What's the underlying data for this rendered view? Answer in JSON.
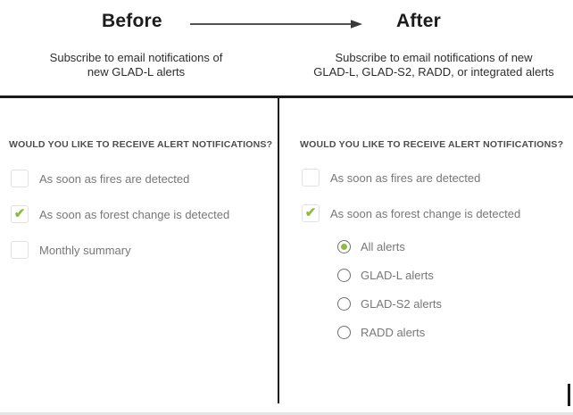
{
  "header": {
    "before_label": "Before",
    "after_label": "After",
    "before_subtitle_line1": "Subscribe to email notifications of",
    "before_subtitle_line2": "new GLAD-L alerts",
    "after_subtitle_line1": "Subscribe to email notifications of new",
    "after_subtitle_line2": "GLAD-L, GLAD-S2, RADD, or integrated alerts"
  },
  "panels": {
    "question": "WOULD YOU LIKE TO RECEIVE ALERT NOTIFICATIONS?",
    "before": {
      "options": [
        {
          "label": "As soon as fires are detected",
          "checked": false
        },
        {
          "label": "As soon as forest change is detected",
          "checked": true
        },
        {
          "label": "Monthly summary",
          "checked": false
        }
      ]
    },
    "after": {
      "options": [
        {
          "label": "As soon as fires are detected",
          "checked": false
        },
        {
          "label": "As soon as forest change is detected",
          "checked": true
        }
      ],
      "radio_options": [
        {
          "label": "All alerts",
          "selected": true
        },
        {
          "label": "GLAD-L alerts",
          "selected": false
        },
        {
          "label": "GLAD-S2 alerts",
          "selected": false
        },
        {
          "label": "RADD alerts",
          "selected": false
        }
      ]
    }
  },
  "icons": {
    "check": "✔"
  },
  "colors": {
    "check_green": "#8bbe3f",
    "radio_green": "#8bbe3f",
    "text_gray": "#777777",
    "heading_dark": "#1c1c1c",
    "subtitle_dark": "#2d2d2d",
    "question_gray": "#4d4d4d",
    "divider_dark": "#1a1a1a"
  }
}
